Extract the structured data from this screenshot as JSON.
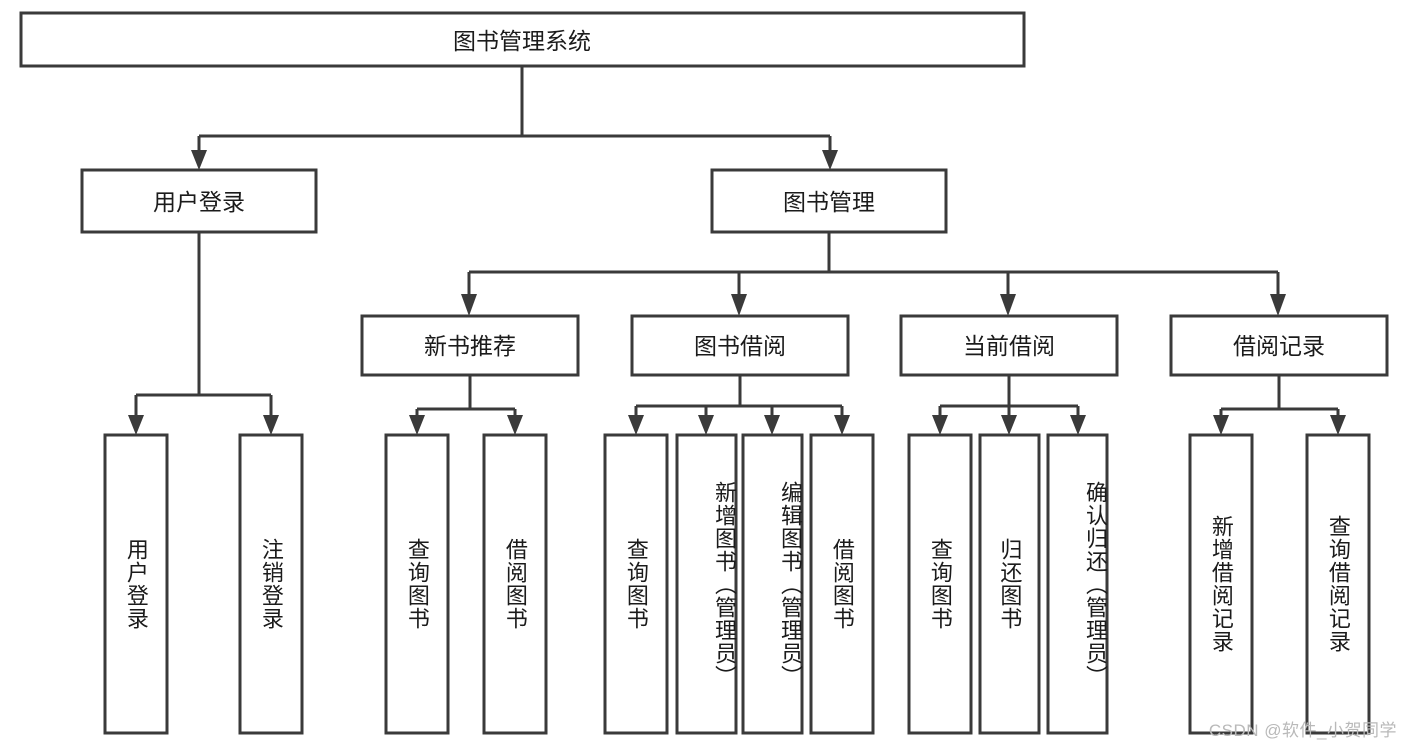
{
  "diagram": {
    "title": "图书管理系统",
    "type": "hierarchy-tree",
    "watermark": "CSDN @软件_小贺同学",
    "colors": {
      "stroke": "#3a3a3a",
      "fill": "#ffffff",
      "text": "#1b1b1b",
      "watermark": "#b9b9b9"
    },
    "root": {
      "label": "图书管理系统"
    },
    "level1": [
      {
        "label": "用户登录"
      },
      {
        "label": "图书管理"
      }
    ],
    "level2": [
      {
        "label": "新书推荐"
      },
      {
        "label": "图书借阅"
      },
      {
        "label": "当前借阅"
      },
      {
        "label": "借阅记录"
      }
    ],
    "leaves": {
      "user_login": [
        {
          "label": "用户登录"
        },
        {
          "label": "注销登录"
        }
      ],
      "new_book_recommend": [
        {
          "label": "查询图书"
        },
        {
          "label": "借阅图书"
        }
      ],
      "book_borrow": [
        {
          "label": "查询图书"
        },
        {
          "label": "新增图书（管理员）"
        },
        {
          "label": "编辑图书（管理员）"
        },
        {
          "label": "借阅图书"
        }
      ],
      "current_borrow": [
        {
          "label": "查询图书"
        },
        {
          "label": "归还图书"
        },
        {
          "label": "确认归还（管理员）"
        }
      ],
      "borrow_record": [
        {
          "label": "新增借阅记录"
        },
        {
          "label": "查询借阅记录"
        }
      ]
    }
  }
}
